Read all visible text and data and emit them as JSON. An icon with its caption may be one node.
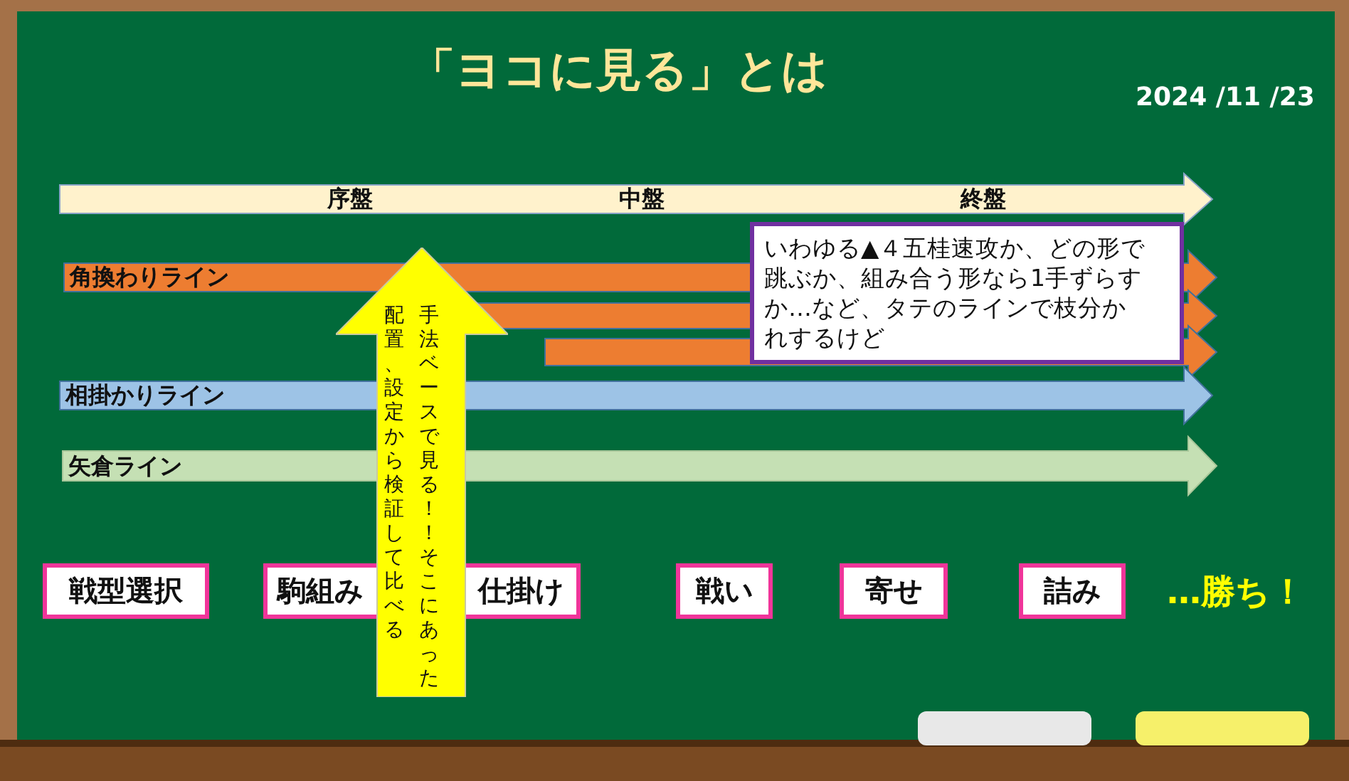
{
  "diagram": {
    "title": "「ヨコに見る」とは",
    "nodes": [
      {
        "text": [
          "序盤",
          "中盤",
          "終盤"
        ]
      },
      {
        "text": [
          "いわゆる▲４五桂速攻か、どの形で跳ぶか、組み合う形なら1手ずらすか…など、タテのラインで枝分かれするけど"
        ]
      },
      {
        "text": [
          "角換わりライン"
        ]
      },
      {
        "text": [],
        "shape": "bar"
      },
      {
        "text": [],
        "shape": "bar"
      },
      {
        "text": [
          "相掛かりライン"
        ]
      },
      {
        "text": [
          "矢倉ライン"
        ]
      },
      {
        "text": [
          "手法ベースで見る！！そこにあった配置、設定から検証して比べる"
        ]
      },
      {
        "text": [
          "戦型選択"
        ]
      },
      {
        "text": [
          "駒組み"
        ]
      },
      {
        "text": [
          "仕掛け"
        ]
      },
      {
        "text": [
          "戦い"
        ]
      },
      {
        "text": [
          "寄せ"
        ]
      },
      {
        "text": [
          "詰み"
        ]
      }
    ],
    "edges": [],
    "labels": [
      "2024 /11 /23",
      "…勝ち！"
    ]
  }
}
